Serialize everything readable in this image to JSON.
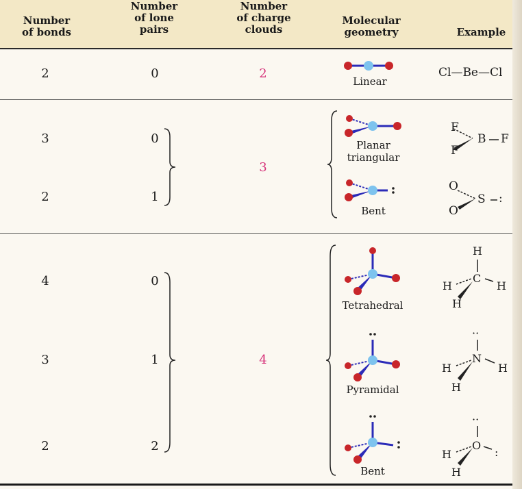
{
  "header": {
    "col_bonds": [
      "Number",
      "of bonds"
    ],
    "col_lone": [
      "Number",
      "of lone",
      "pairs"
    ],
    "col_clouds": [
      "Number",
      "of charge",
      "clouds"
    ],
    "col_geometry": [
      "Molecular",
      "geometry"
    ],
    "col_example": "Example"
  },
  "rows": {
    "linear": {
      "bonds": "2",
      "lone": "0",
      "clouds": "2",
      "geometry": "Linear",
      "example": "Cl—Be—Cl"
    },
    "planar": {
      "bonds": "3",
      "lone": "0",
      "geometry": [
        "Planar",
        "triangular"
      ]
    },
    "bent3": {
      "bonds": "2",
      "lone": "1",
      "geometry": "Bent"
    },
    "clouds3": "3",
    "tetra": {
      "bonds": "4",
      "lone": "0",
      "geometry": "Tetrahedral"
    },
    "pyramid": {
      "bonds": "3",
      "lone": "1",
      "geometry": "Pyramidal"
    },
    "bent4": {
      "bonds": "2",
      "lone": "2",
      "geometry": "Bent"
    },
    "clouds4": "4"
  },
  "examples": {
    "bf3": {
      "f1": "F",
      "b": "B",
      "f2": "F",
      "f3": "F"
    },
    "so2": {
      "o1": "O",
      "s": "S",
      "o2": "O",
      "lp": ":"
    },
    "ch4": {
      "h_top": "H",
      "h_left": "H",
      "c": "C",
      "h_right": "H",
      "h_bottom": "H"
    },
    "nh3": {
      "lp": "··",
      "h_left": "H",
      "n": "N",
      "h_right": "H",
      "h_bottom": "H"
    },
    "h2o": {
      "lp_top": "··",
      "h_left": "H",
      "o": "O",
      "lp_right": ":",
      "h_bottom": "H"
    }
  },
  "colors": {
    "header_bg": "#f3e8c6",
    "accent_pink": "#d6337a",
    "atom_red": "#c8262a",
    "atom_blue": "#7ec3ee",
    "bond_blue": "#2b2bb8"
  }
}
